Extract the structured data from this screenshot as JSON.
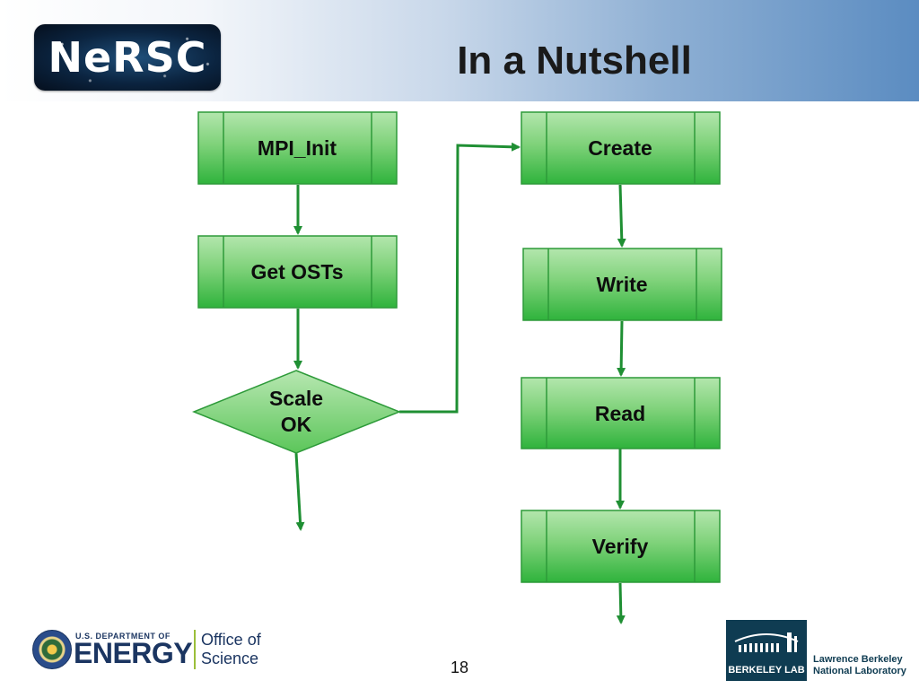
{
  "slide": {
    "title": "In a Nutshell",
    "page_number": "18"
  },
  "logos": {
    "nersc_text": "NeRSC",
    "doe_small": "U.S. DEPARTMENT OF",
    "doe_big": "ENERGY",
    "doe_office_line1": "Office of",
    "doe_office_line2": "Science",
    "lbl_box_text": "BERKELEY LAB",
    "lbl_name_line1": "Lawrence Berkeley",
    "lbl_name_line2": "National Laboratory"
  },
  "flowchart": {
    "nodes": {
      "mpi_init": "MPI_Init",
      "get_osts": "Get OSTs",
      "scale_line1": "Scale",
      "scale_line2": "OK",
      "create": "Create",
      "write": "Write",
      "read": "Read",
      "verify": "Verify"
    }
  },
  "colors": {
    "box_top": "#a6e0a0",
    "box_bottom": "#2fb33c",
    "box_border": "#2d9a39",
    "arrow": "#1f8f33"
  }
}
